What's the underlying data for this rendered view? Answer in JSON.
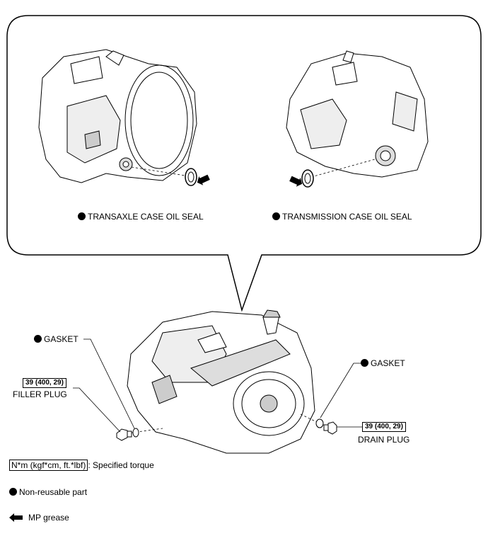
{
  "callouts": {
    "transaxle_seal": "TRANSAXLE CASE OIL SEAL",
    "transmission_seal": "TRANSMISSION CASE OIL SEAL",
    "gasket_left": "GASKET",
    "gasket_right": "GASKET",
    "filler_torque": "39 (400, 29)",
    "filler_plug": "FILLER PLUG",
    "drain_torque": "39 (400, 29)",
    "drain_plug": "DRAIN PLUG"
  },
  "legend": {
    "torque_box": "N*m (kgf*cm, ft.*lbf)",
    "torque_desc": ": Specified torque",
    "nonreusable": "Non-reusable part",
    "grease": "MP grease"
  }
}
